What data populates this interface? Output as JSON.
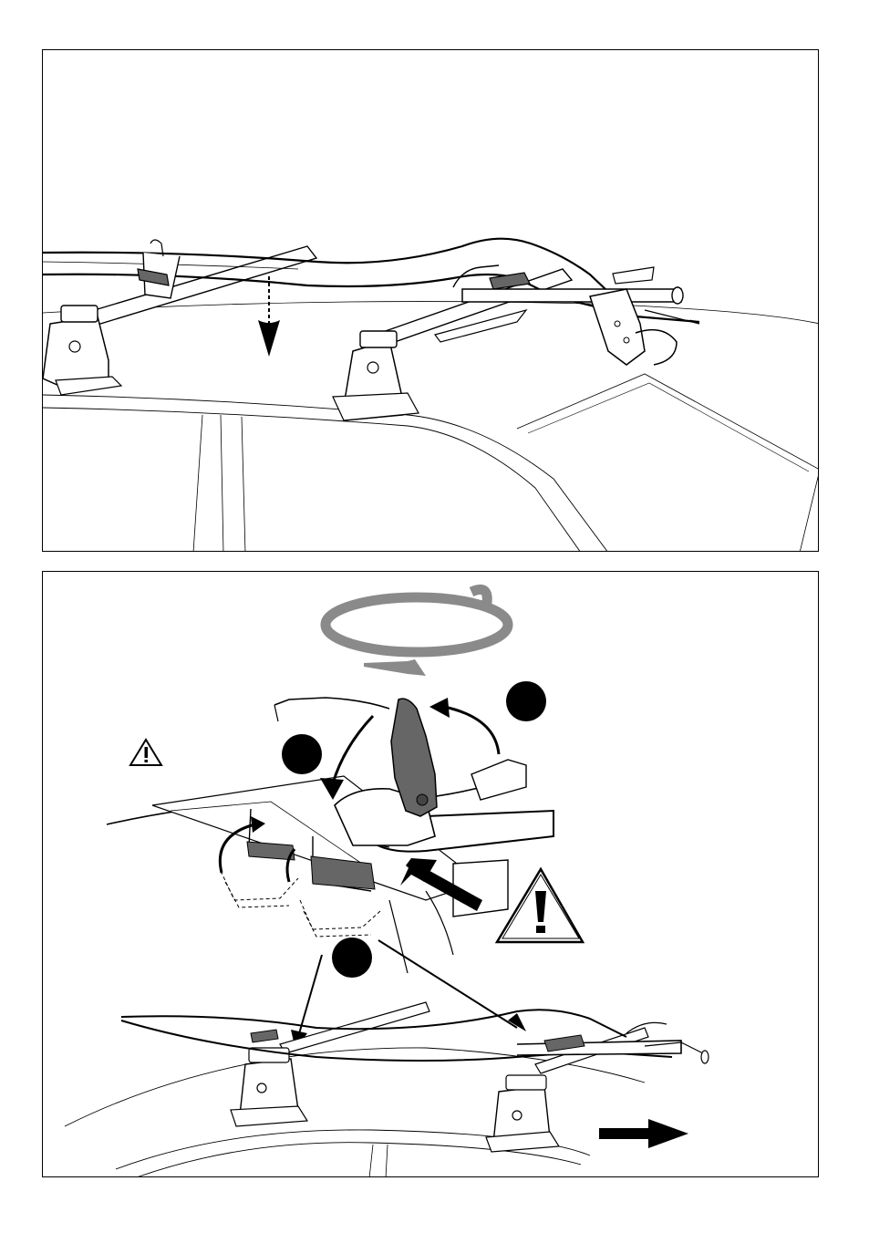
{
  "page": {
    "background": "#ffffff",
    "line_color": "#000000",
    "part_gray": "#666666",
    "arrow_gray": "#8a8a8a"
  },
  "panels": [
    {
      "id": "step-lower-carrier",
      "icons": [
        "dashed-down-arrow-icon"
      ]
    },
    {
      "id": "step-tighten-clamps",
      "icons": [
        "rotation-arrow-icon",
        "warning-triangle-small-icon",
        "warning-triangle-large-icon",
        "direction-arrow-icon"
      ],
      "step_markers": [
        "step-marker-1",
        "step-marker-2",
        "step-marker-3"
      ]
    }
  ]
}
